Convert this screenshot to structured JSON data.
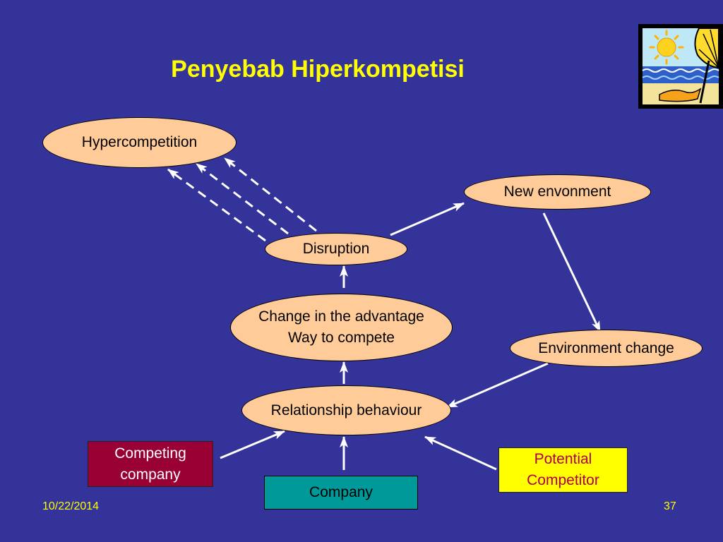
{
  "slide": {
    "title": "Penyebab Hiperkompetisi",
    "footer_date": "10/22/2014",
    "page_number": "37"
  },
  "diagram": {
    "nodes": {
      "hypercompetition": "Hypercompetition",
      "new_environment": "New envonment",
      "disruption": "Disruption",
      "change_advantage": {
        "line1": "Change in the advantage",
        "line2": "Way to compete"
      },
      "environment_change": "Environment change",
      "relationship_behaviour": "Relationship behaviour",
      "competing_company": {
        "line1": "Competing",
        "line2": "company"
      },
      "potential_competitor": {
        "line1": "Potential",
        "line2": "Competitor"
      },
      "company": "Company"
    }
  },
  "colors": {
    "background": "#333399",
    "title_text": "#ffff00",
    "footer_text": "#ffff00",
    "node_fill": "#ffcc99",
    "competing_fill": "#990033",
    "competing_text": "#ffffff",
    "potential_fill": "#ffff00",
    "potential_text": "#b0004a",
    "company_fill": "#009999",
    "company_text": "#000000",
    "arrow": "#ffffff"
  },
  "icons": {
    "clipart": "beach-clipart-icon"
  }
}
